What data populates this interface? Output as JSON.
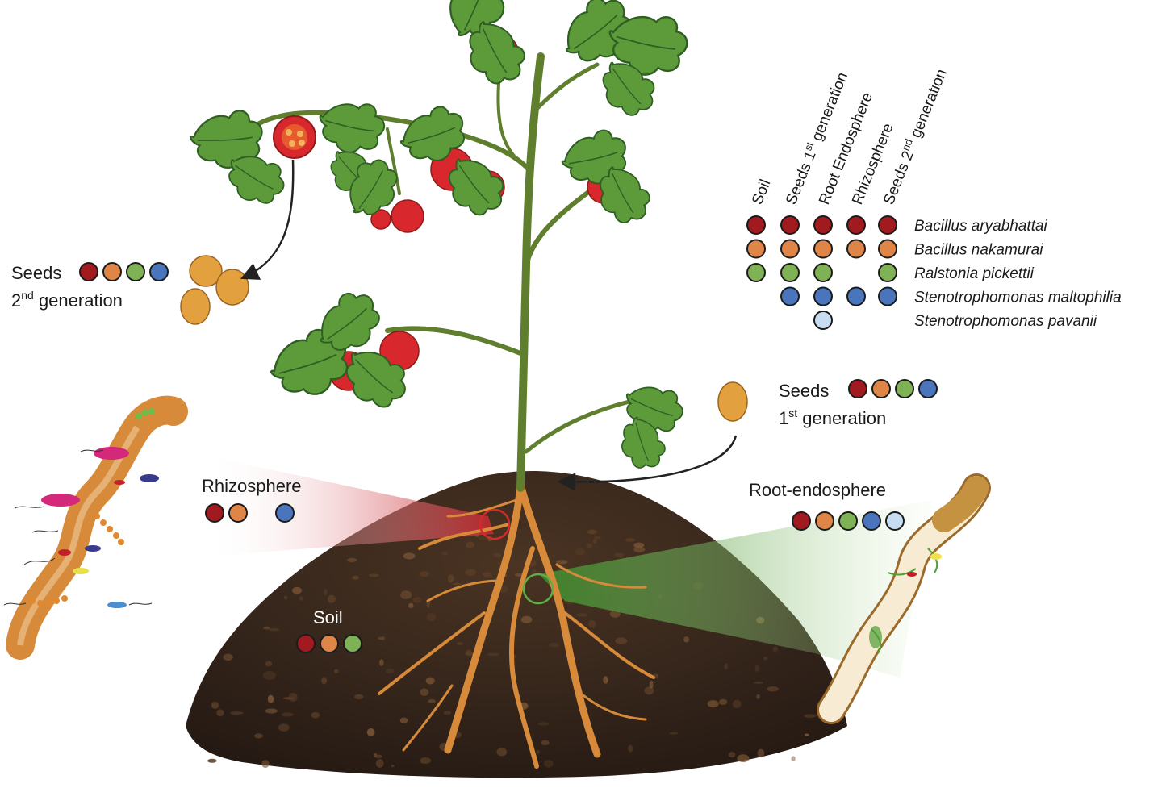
{
  "colors": {
    "bacillus_aryabhattai": "#a11a1f",
    "bacillus_nakamurai": "#de8547",
    "ralstonia_pickettii": "#7eb255",
    "stenotrophomonas_maltophilia": "#4a75bd",
    "stenotrophomonas_pavanii": "#c7dbf1"
  },
  "legend": {
    "columns": [
      {
        "key": "soil",
        "parts": [
          {
            "t": "Soil"
          }
        ]
      },
      {
        "key": "seeds1",
        "parts": [
          {
            "t": "Seeds 1"
          },
          {
            "t": "st",
            "sup": true
          },
          {
            "t": " generation"
          }
        ]
      },
      {
        "key": "root_endo",
        "parts": [
          {
            "t": "Root Endosphere"
          }
        ]
      },
      {
        "key": "rhizo",
        "parts": [
          {
            "t": "Rhizosphere"
          }
        ]
      },
      {
        "key": "seeds2",
        "parts": [
          {
            "t": "Seeds 2"
          },
          {
            "t": "nd",
            "sup": true
          },
          {
            "t": " generation"
          }
        ]
      }
    ],
    "species": [
      {
        "name": "Bacillus aryabhattai",
        "color": "bacillus_aryabhattai",
        "presence": [
          true,
          true,
          true,
          true,
          true
        ]
      },
      {
        "name": "Bacillus nakamurai",
        "color": "bacillus_nakamurai",
        "presence": [
          true,
          true,
          true,
          true,
          true
        ]
      },
      {
        "name": "Ralstonia pickettii",
        "color": "ralstonia_pickettii",
        "presence": [
          true,
          true,
          true,
          false,
          true
        ]
      },
      {
        "name": "Stenotrophomonas maltophilia",
        "color": "stenotrophomonas_maltophilia",
        "presence": [
          false,
          true,
          true,
          true,
          true
        ]
      },
      {
        "name": "Stenotrophomonas pavanii",
        "color": "stenotrophomonas_pavanii",
        "presence": [
          false,
          false,
          true,
          false,
          false
        ]
      }
    ]
  },
  "labels": {
    "seeds2": {
      "line1": "Seeds",
      "line2_main": "2",
      "line2_sup": "nd",
      "line2_rest": " generation"
    },
    "seeds1": {
      "line1": "Seeds",
      "line2_main": "1",
      "line2_sup": "st",
      "line2_rest": " generation"
    },
    "rhizosphere": "Rhizosphere",
    "root_endosphere": "Root-endosphere",
    "soil": "Soil"
  },
  "dot_groups": {
    "seeds2": [
      true,
      true,
      true,
      true,
      false
    ],
    "seeds1": [
      true,
      true,
      true,
      true,
      false
    ],
    "rhizosphere": [
      true,
      true,
      false,
      true,
      false
    ],
    "root_endosphere": [
      true,
      true,
      true,
      true,
      true
    ],
    "soil": [
      true,
      true,
      true,
      false,
      false
    ]
  }
}
